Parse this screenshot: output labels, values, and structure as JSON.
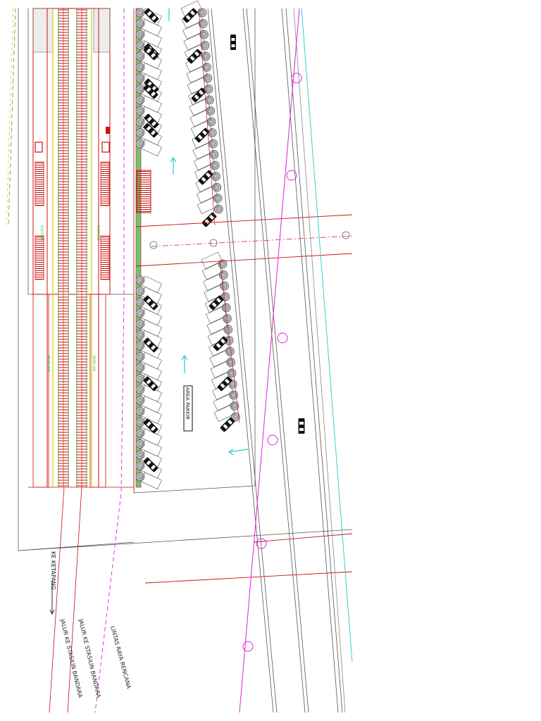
{
  "labels": {
    "area_parkir": "AREA PARKIR",
    "ke_ketapang": "KE KETAPANG",
    "jalur_ke_stasiun_1": "JALUR KE STASIUN BANDARA",
    "jalur_ke_stasiun_2": "JALUR KE STASIUN BANDARA",
    "lintas_raya_rencana": "LINTAS RAYA RENCANA"
  },
  "colors": {
    "outline": "#444444",
    "rail_red": "#cc1111",
    "rail_yellow": "#e8e000",
    "rail_green": "#33aa33",
    "road_magenta": "#dd22dd",
    "cyan": "#22cccc",
    "parking_green": "#33aa33"
  }
}
